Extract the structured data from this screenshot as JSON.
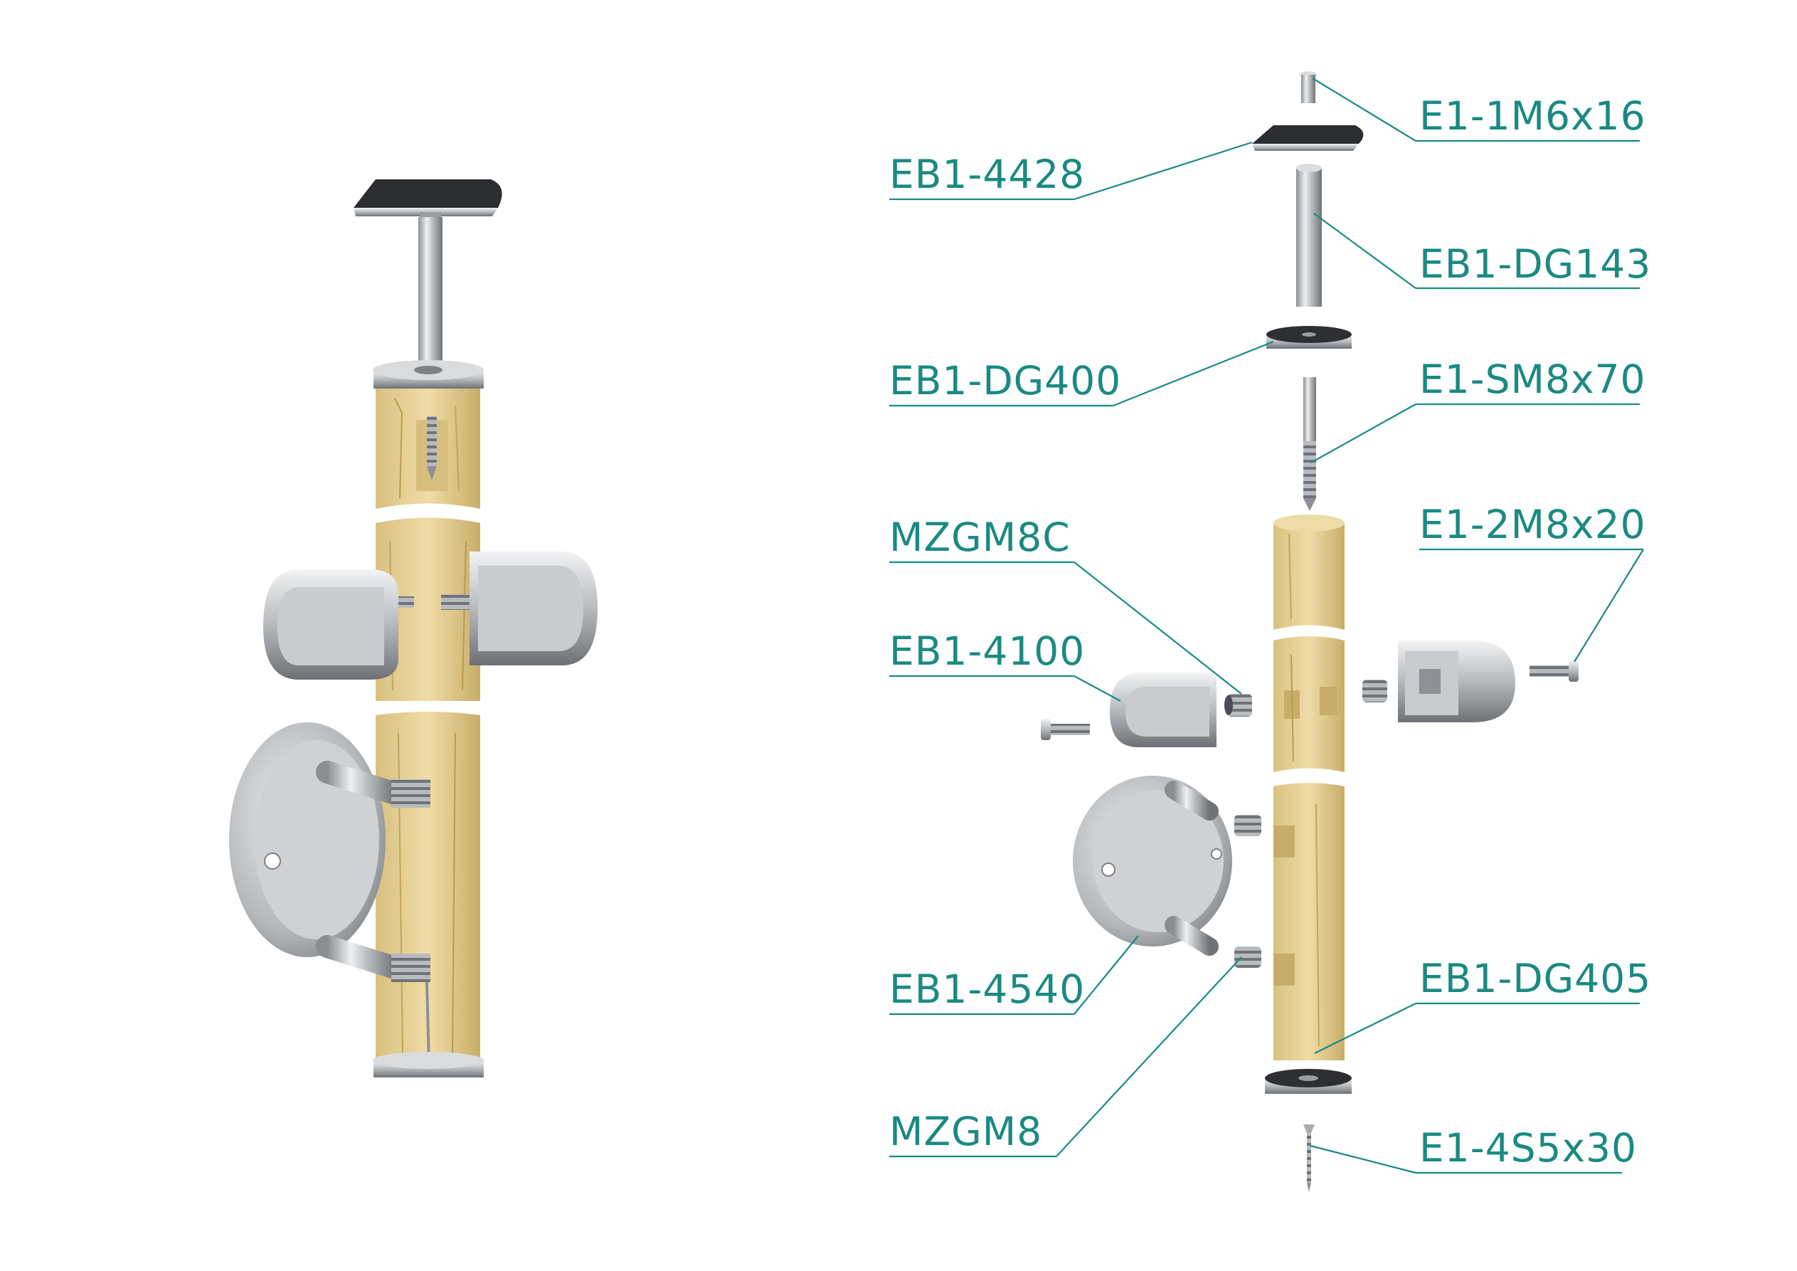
{
  "colors": {
    "label": "#1a8a82",
    "wood": "#e4cf95",
    "wood_dark": "#b89b55",
    "steel": "#c9cbcd",
    "steel_dark": "#7d8185",
    "rubber": "#2e2f33"
  },
  "labels": {
    "e1_1m6x16": "E1-1M6x16",
    "eb1_4428": "EB1-4428",
    "eb1_dg143": "EB1-DG143",
    "eb1_dg400": "EB1-DG400",
    "e1_sm8x70": "E1-SM8x70",
    "mzgm8c": "MZGM8C",
    "e1_2m8x20": "E1-2M8x20",
    "eb1_4100": "EB1-4100",
    "eb1_4540": "EB1-4540",
    "eb1_dg405": "EB1-DG405",
    "mzgm8": "MZGM8",
    "e1_4s5x30": "E1-4S5x30"
  }
}
